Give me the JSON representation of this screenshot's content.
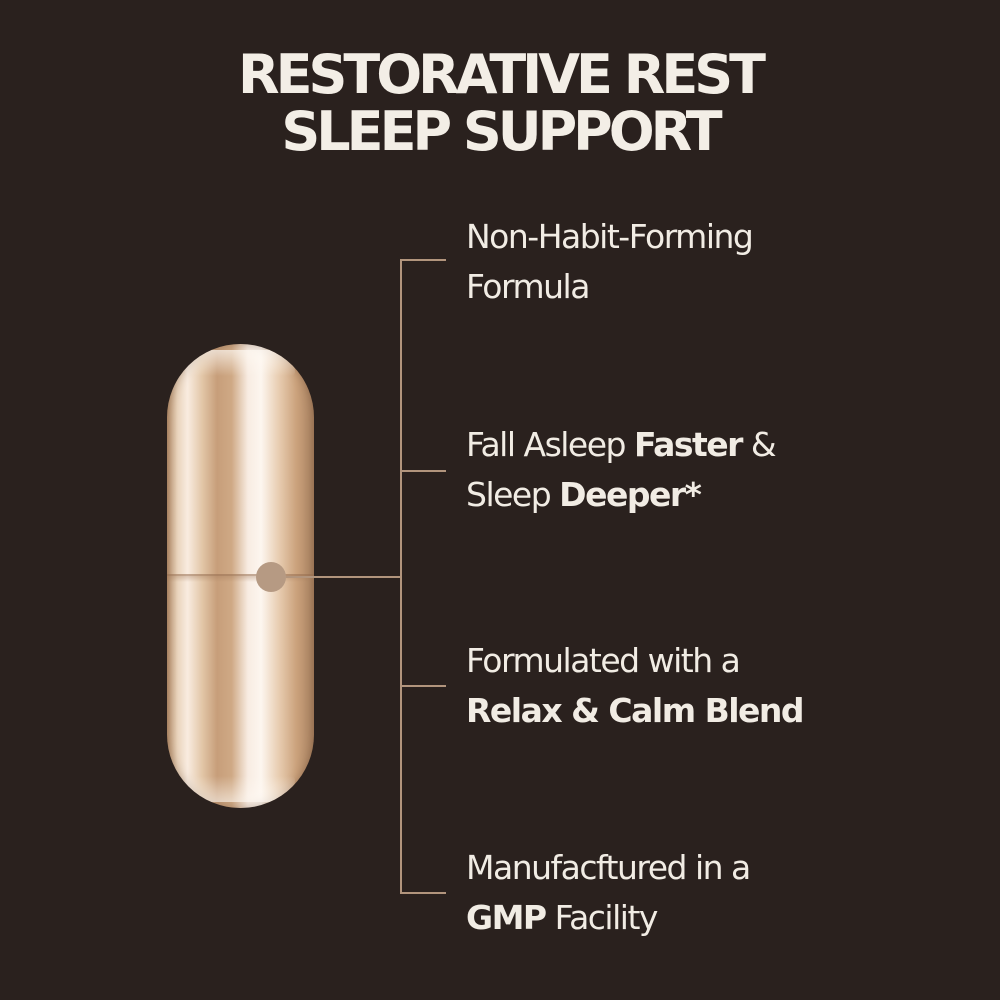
{
  "title": {
    "line1": "RESTORATIVE REST",
    "line2": "SLEEP SUPPORT"
  },
  "features": [
    {
      "line1": "Non-Habit-Forming",
      "line2": "Formula"
    },
    {
      "line1_a": "Fall Asleep ",
      "line1_b": "Faster",
      "line1_c": " &",
      "line2_a": "Sleep ",
      "line2_b": "Deeper*"
    },
    {
      "line1": "Formulated with a",
      "line2": "Relax & Calm Blend"
    },
    {
      "line1": "Manufacftured in a",
      "line2_a": "GMP",
      "line2_b": " Facility"
    }
  ],
  "colors": {
    "background": "#2a211e",
    "text": "#f1ece4",
    "accent_line": "#b2957d",
    "capsule": "#e2c6a7"
  },
  "icons": {
    "capsule": "capsule-icon",
    "dot": "dot-marker"
  }
}
